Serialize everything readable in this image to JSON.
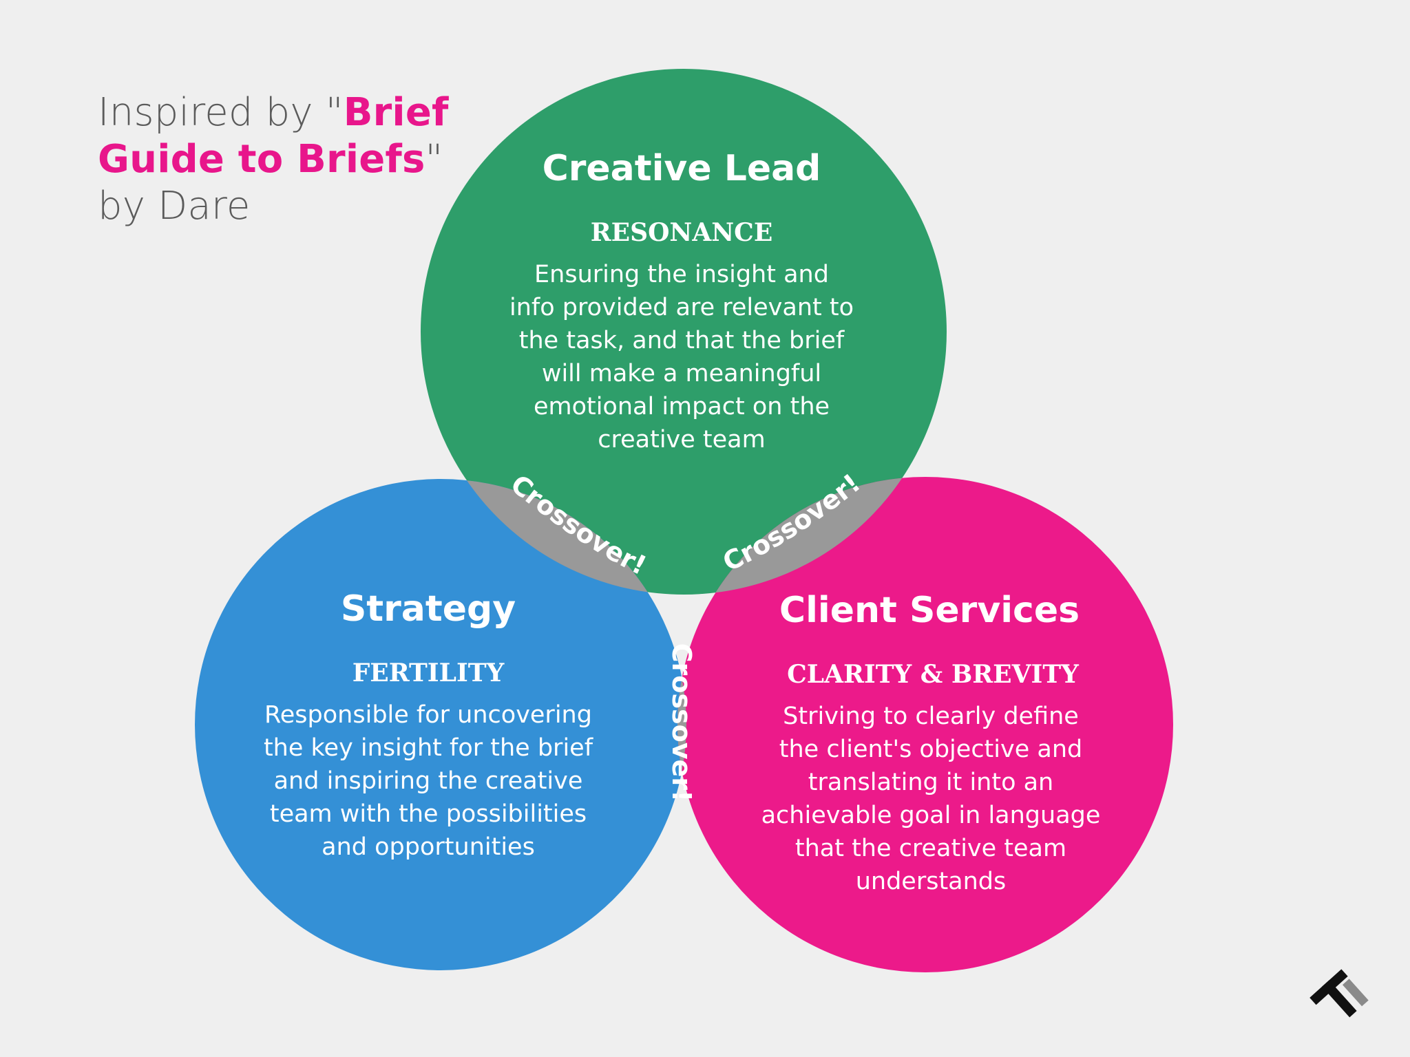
{
  "attribution": {
    "line1_prefix": "Inspired by \"",
    "line1_highlight": "Brief",
    "line2_highlight": "Guide to Briefs",
    "line2_suffix": "\"",
    "line3": "by Dare"
  },
  "colors": {
    "green": "#2e9e6a",
    "blue": "#3490d6",
    "pink": "#ec1a8a",
    "crossover": "#999999",
    "highlight": "#e8168b",
    "text_gray": "#5b5b5b"
  },
  "circles": {
    "creative": {
      "title": "Creative Lead",
      "subtitle": "RESONANCE",
      "body": [
        "Ensuring the insight and",
        "info provided are relevant to",
        "the task, and that the brief",
        "will make a meaningful",
        "emotional impact on the",
        "creative team"
      ]
    },
    "strategy": {
      "title": "Strategy",
      "subtitle": "FERTILITY",
      "body": [
        "Responsible for uncovering",
        "the key insight for the brief",
        "and inspiring the creative",
        "team with the possibilities",
        "and opportunities"
      ]
    },
    "client": {
      "title": "Client Services",
      "subtitle": "CLARITY & BREVITY",
      "body": [
        "Striving to clearly define",
        "the client's objective and",
        "translating  it into an",
        "achievable goal in language",
        "that the creative team",
        "understands"
      ]
    }
  },
  "crossovers": {
    "left": "Crossover!",
    "right": "Crossover!",
    "bottom": "Crossover!"
  },
  "logo": {
    "icon": "ti-logo-icon"
  }
}
